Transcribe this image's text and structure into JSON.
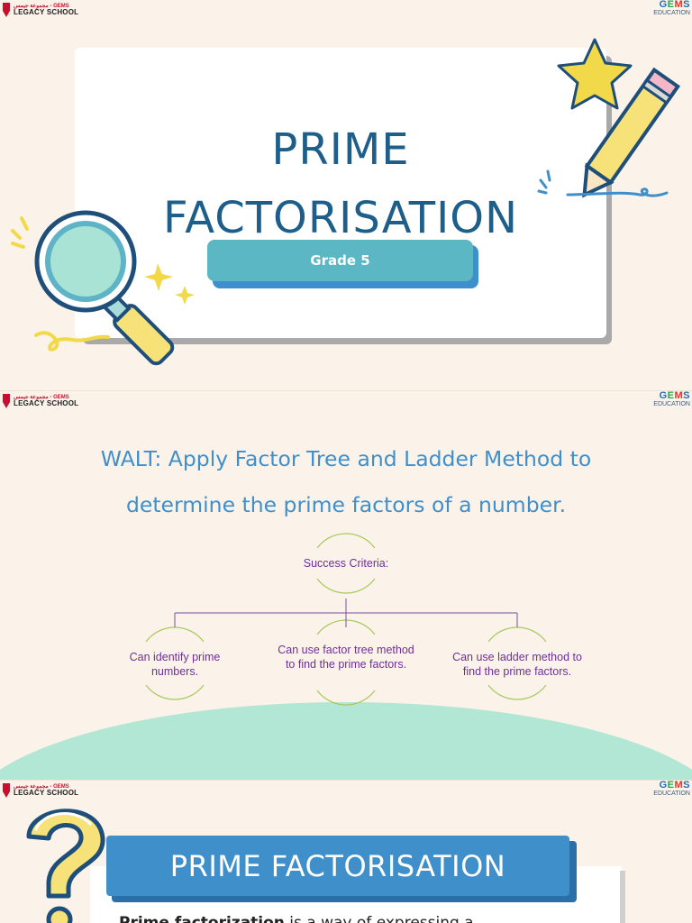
{
  "logos": {
    "left_top": "مجموعة جيمس - GEMS",
    "left_bottom": "LEGACY SCHOOL",
    "right_brand": [
      "G",
      "E",
      "M",
      "S"
    ],
    "right_sub": "EDUCATION"
  },
  "slide1": {
    "title_line1": "PRIME",
    "title_line2": "FACTORISATION",
    "grade": "Grade 5"
  },
  "slide2": {
    "walt_line1": "WALT: Apply Factor Tree and Ladder Method to",
    "walt_line2": "determine the prime factors of a number.",
    "success_title": "Success Criteria:",
    "criteria": [
      "Can identify prime numbers.",
      "Can use factor tree method to find the prime factors.",
      "Can use ladder method to find the prime factors."
    ]
  },
  "slide3": {
    "banner": "PRIME FACTORISATION",
    "body_bold": "Prime factorization",
    "body_rest": " is a way of expressing a"
  },
  "colors": {
    "background": "#fbf3ea",
    "title_blue": "#1d5f8a",
    "walt_blue": "#3f8fcb",
    "teal_button": "#5bb7c4",
    "criteria_purple": "#6e2f9a",
    "hill_mint": "#b2e7d6"
  }
}
